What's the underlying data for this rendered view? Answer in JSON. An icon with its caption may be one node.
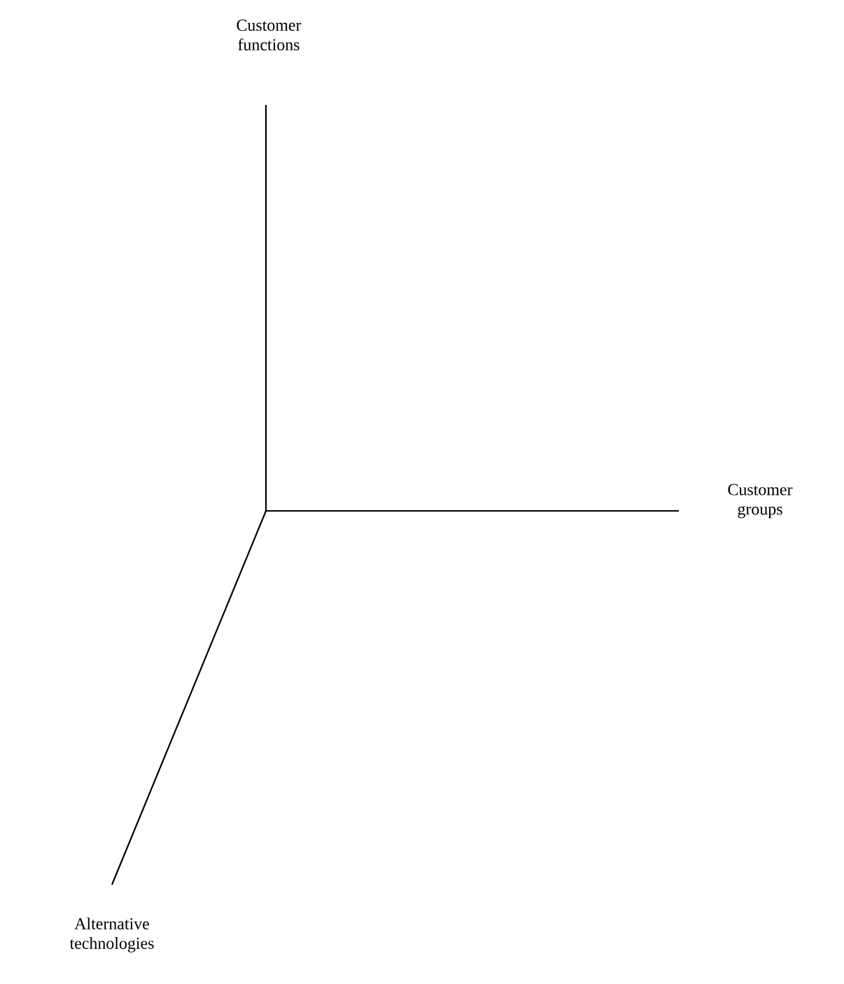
{
  "diagram": {
    "labels": [
      "Customer functions",
      "Customer groups",
      "Alternative technologies"
    ]
  }
}
